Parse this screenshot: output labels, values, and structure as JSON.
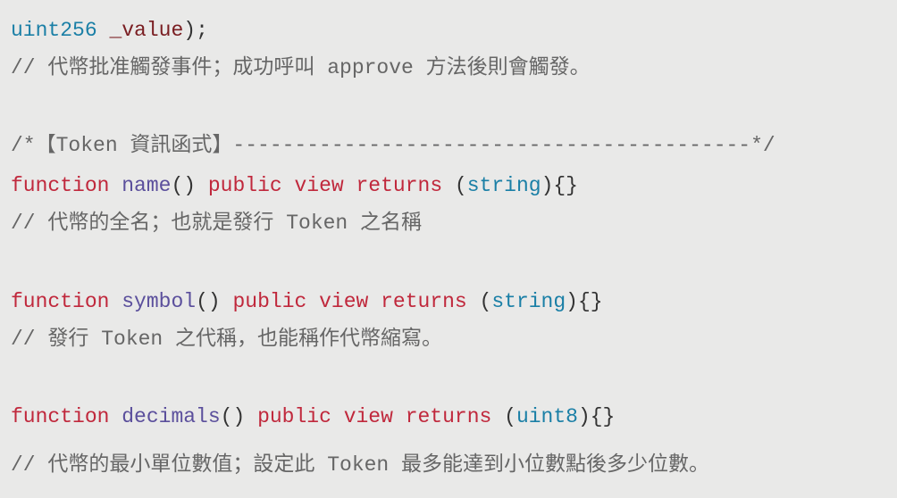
{
  "code_lines": [
    {
      "tokens": [
        {
          "t": "ty",
          "v": "uint256"
        },
        {
          "t": "pl",
          "v": " "
        },
        {
          "t": "var",
          "v": "_value"
        },
        {
          "t": "pl",
          "v": ");"
        }
      ]
    },
    {
      "tokens": [
        {
          "t": "cm",
          "v": "// 代幣批准觸發事件；成功呼叫 approve 方法後則會觸發。"
        }
      ]
    },
    {
      "tokens": [
        {
          "t": "cm",
          "v": "/*【Token 資訊函式】------------------------------------------*/"
        }
      ]
    },
    {
      "tokens": [
        {
          "t": "kw",
          "v": "function"
        },
        {
          "t": "pl",
          "v": " "
        },
        {
          "t": "fn",
          "v": "name"
        },
        {
          "t": "pl",
          "v": "() "
        },
        {
          "t": "kw",
          "v": "public view returns"
        },
        {
          "t": "pl",
          "v": " ("
        },
        {
          "t": "ty",
          "v": "string"
        },
        {
          "t": "pl",
          "v": "){}"
        }
      ]
    },
    {
      "tokens": [
        {
          "t": "cm",
          "v": "// 代幣的全名；也就是發行 Token 之名稱"
        }
      ]
    },
    {
      "tokens": [
        {
          "t": "kw",
          "v": "function"
        },
        {
          "t": "pl",
          "v": " "
        },
        {
          "t": "fn",
          "v": "symbol"
        },
        {
          "t": "pl",
          "v": "() "
        },
        {
          "t": "kw",
          "v": "public view returns"
        },
        {
          "t": "pl",
          "v": " ("
        },
        {
          "t": "ty",
          "v": "string"
        },
        {
          "t": "pl",
          "v": "){}"
        }
      ]
    },
    {
      "tokens": [
        {
          "t": "cm",
          "v": "// 發行 Token 之代稱，也能稱作代幣縮寫。"
        }
      ]
    },
    {
      "tokens": [
        {
          "t": "kw",
          "v": "function"
        },
        {
          "t": "pl",
          "v": " "
        },
        {
          "t": "fn",
          "v": "decimals"
        },
        {
          "t": "pl",
          "v": "() "
        },
        {
          "t": "kw",
          "v": "public view returns"
        },
        {
          "t": "pl",
          "v": " ("
        },
        {
          "t": "ty",
          "v": "uint8"
        },
        {
          "t": "pl",
          "v": "){}"
        }
      ]
    },
    {
      "tokens": [
        {
          "t": "cm",
          "v": "// 代幣的最小單位數值；設定此 Token 最多能達到小位數點後多少位數。"
        }
      ]
    }
  ]
}
